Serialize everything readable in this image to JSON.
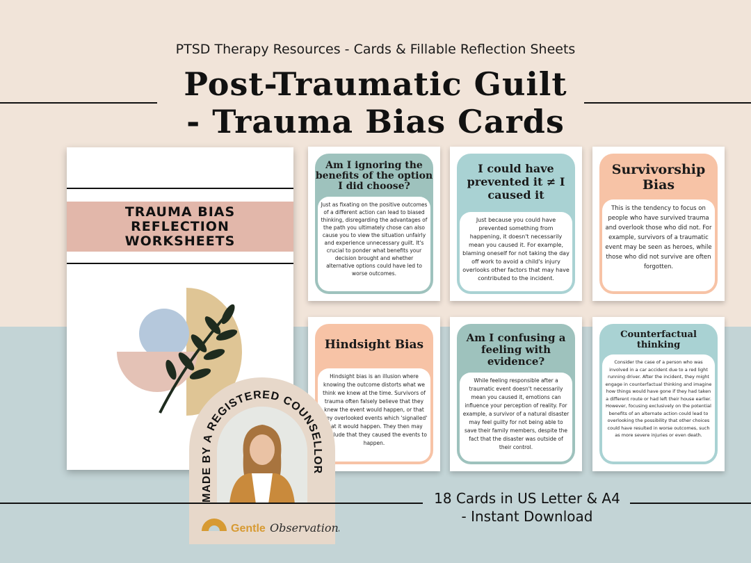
{
  "header": {
    "subtitle": "PTSD Therapy Resources - Cards & Fillable Reflection Sheets",
    "title_line1": "Post-Traumatic Guilt",
    "title_line2": "- Trauma Bias Cards"
  },
  "cover": {
    "title_line1": "TRAUMA BIAS",
    "title_line2": "REFLECTION",
    "title_line3": "WORKSHEETS"
  },
  "cards": [
    {
      "heading": "Am I ignoring the benefits of the option I did choose?",
      "body": "Just as fixating on the positive outcomes of a different action can lead to biased thinking, disregarding the advantages of the path you ultimately chose can also cause you to view the situation unfairly and experience unnecessary guilt. It's crucial to ponder what benefits your decision brought and whether alternative options could have led to worse outcomes."
    },
    {
      "heading": "I could have prevented it ≠ I caused it",
      "body": "Just because you could have prevented something from happening, it doesn't necessarily mean you caused it. For example, blaming oneself for not taking the day off work to avoid a child's injury overlooks other factors that may have contributed to the incident."
    },
    {
      "heading": "Survivorship Bias",
      "body": "This is the tendency to focus on people who have survived trauma and overlook those who did not. For example, survivors of a traumatic event may be seen as heroes, while those who did not survive are often forgotten."
    },
    {
      "heading": "Hindsight Bias",
      "body": "Hindsight bias is an illusion where knowing the outcome distorts what we think we knew at the time. Survivors of trauma often falsely believe that they knew the event would happen, or that they overlooked events which 'signalled' that it would happen. They then may conclude that they caused the events to happen."
    },
    {
      "heading": "Am I confusing a feeling with evidence?",
      "body": "While feeling responsible after a traumatic event doesn't necessarily mean you caused it, emotions can influence your perception of reality. For example, a survivor of a natural disaster may feel guilty for not being able to save their family members, despite the fact that the disaster was outside of their control."
    },
    {
      "heading": "Counterfactual thinking",
      "body": "Consider the case of a person who was involved in a car accident due to a red light running driver. After the incident, they might engage in counterfactual thinking and imagine how things would have gone if they had taken a different route or had left their house earlier. However, focusing exclusively on the potential benefits of an alternate action could lead to overlooking the possibility that other choices could have resulted in worse outcomes, such as more severe injuries or even death."
    }
  ],
  "badge": {
    "text": "MADE BY A REGISTERED COUNSELLOR"
  },
  "footer": {
    "line1": "18 Cards in US Letter & A4",
    "line2": "- Instant Download",
    "brand_word1": "Gentle",
    "brand_word2": "Observations"
  },
  "colors": {
    "top_background": "#f1e4d9",
    "bottom_background": "#c3d4d6",
    "teal": "#9ec2bd",
    "aqua": "#a9d2d3",
    "peach": "#f7c3a6",
    "cover_band": "#e2b7aa",
    "logo_gold": "#d79a32"
  }
}
